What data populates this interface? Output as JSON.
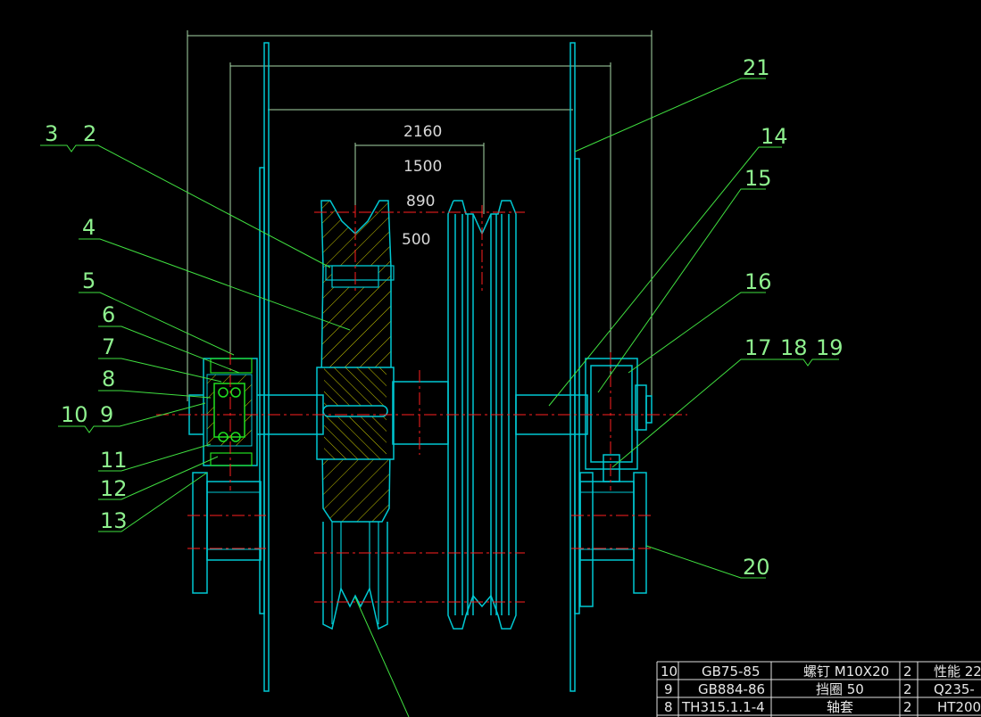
{
  "dimensions": [
    "2160",
    "1500",
    "890",
    "500"
  ],
  "part_labels": {
    "l3": "3",
    "l2": "2",
    "l4": "4",
    "l5": "5",
    "l6": "6",
    "l7": "7",
    "l8": "8",
    "l10": "10",
    "l9": "9",
    "l11": "11",
    "l12": "12",
    "l13": "13",
    "l21": "21",
    "l14": "14",
    "l15": "15",
    "l16": "16",
    "l17": "17",
    "l18": "18",
    "l19": "19",
    "l20": "20"
  },
  "parts_table": [
    {
      "no": "10",
      "code": "GB75-85",
      "name": "螺钉 M10X20",
      "qty": "2",
      "material": "性能 22"
    },
    {
      "no": "9",
      "code": "GB884-86",
      "name": "挡圈 50",
      "qty": "2",
      "material": "Q235-"
    },
    {
      "no": "8",
      "code": "TH315.1.1-4",
      "name": "轴套",
      "qty": "2",
      "material": "HT200"
    }
  ],
  "colors": {
    "background": "#000000",
    "outline": "#00c8d2",
    "leader": "#40e040",
    "centerline": "#ff2020",
    "hatch": "#c8c800",
    "dimension": "#c8c8c8",
    "bearing": "#20e020"
  }
}
